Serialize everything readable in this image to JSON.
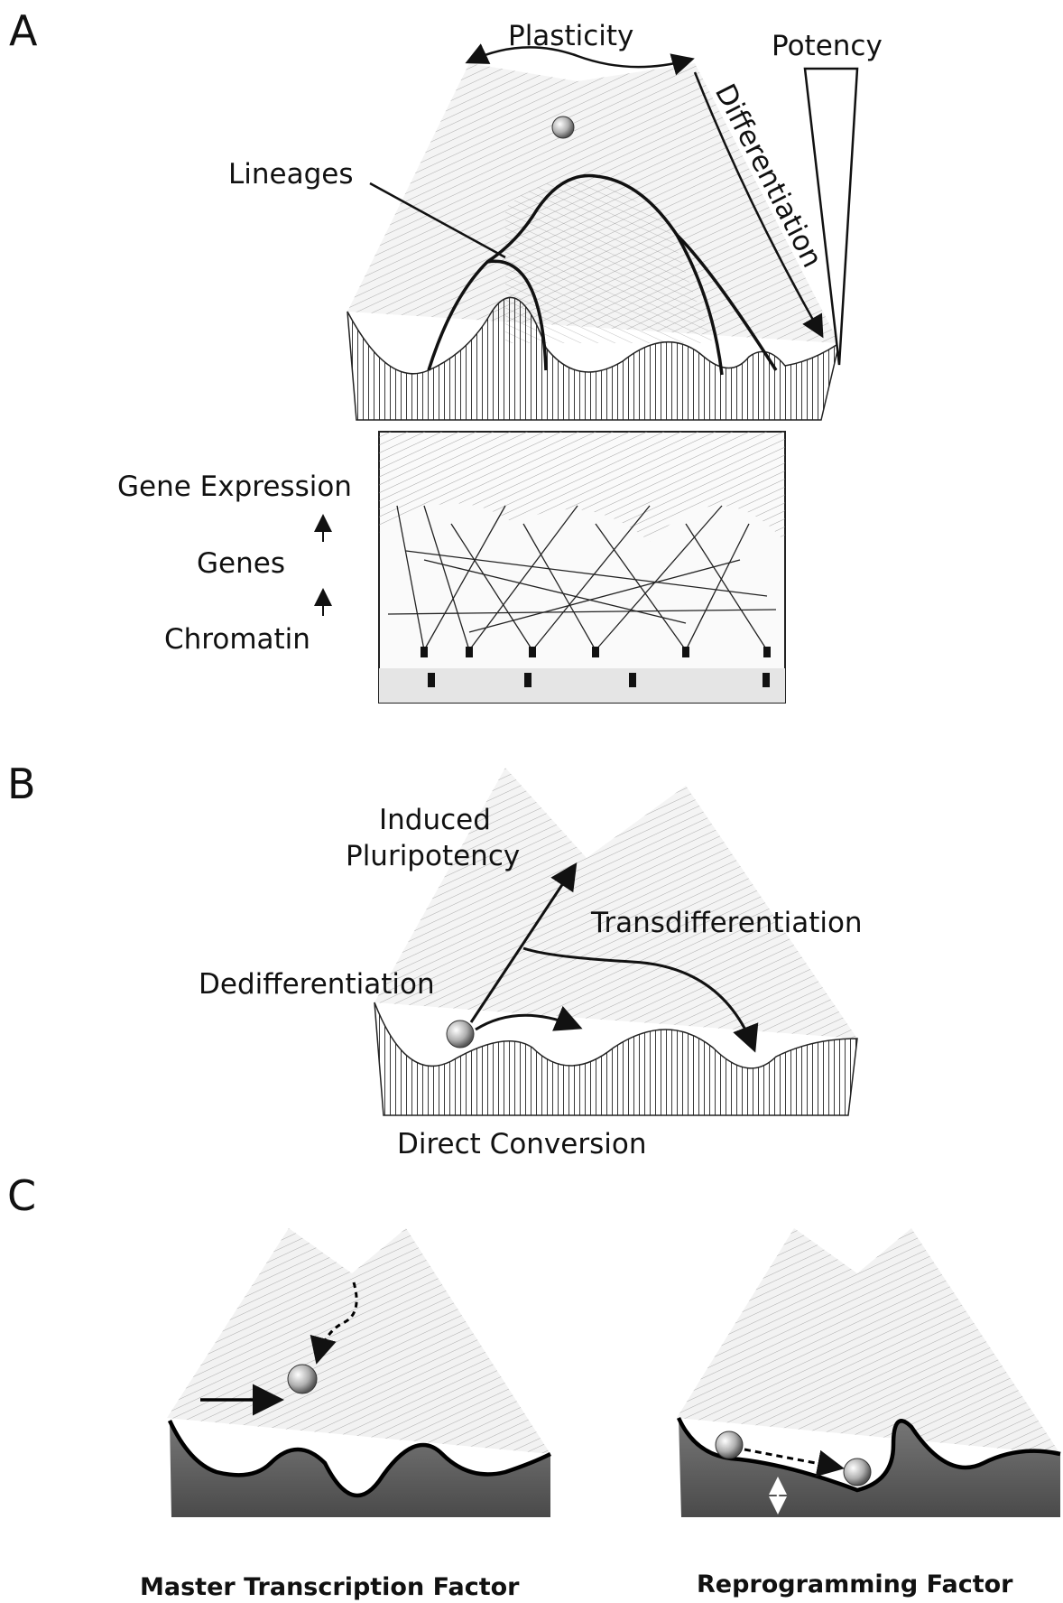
{
  "panels": {
    "a": {
      "letter": "A",
      "plasticity": "Plasticity",
      "potency": "Potency",
      "differentiation": "Differentiation",
      "lineages": "Lineages",
      "gene_expression": "Gene Expression",
      "genes": "Genes",
      "chromatin": "Chromatin"
    },
    "b": {
      "letter": "B",
      "induced": "Induced",
      "pluripotency": "Pluripotency",
      "transdifferentiation": "Transdifferentiation",
      "dedifferentiation": "Dedifferentiation",
      "direct_conversion": "Direct Conversion"
    },
    "c": {
      "letter": "C",
      "left_caption": "Master Transcription Factor",
      "right_caption": "Reprogramming Factor"
    }
  },
  "colors": {
    "ink": "#111111",
    "hatch": "#444444",
    "landscape_fill": "#f3f3f3",
    "ground_fill": "#5a5a5a",
    "ball": "#b8b8b8"
  }
}
